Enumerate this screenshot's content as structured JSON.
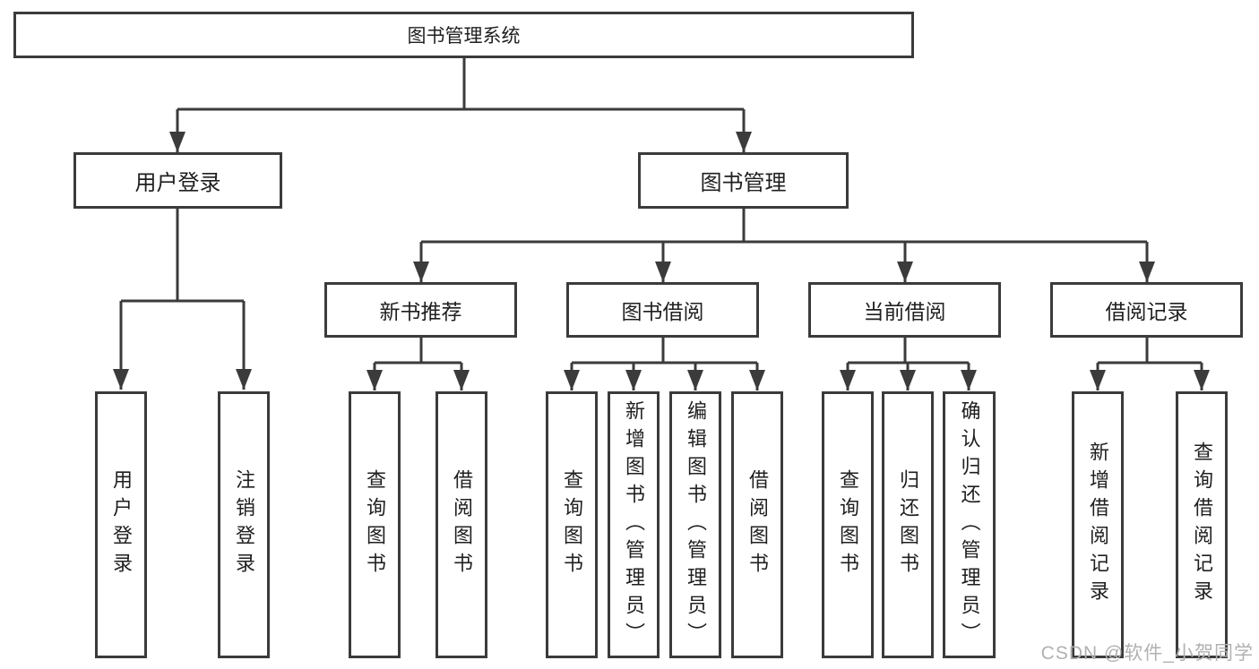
{
  "tree": {
    "label": "图书管理系统",
    "children": [
      {
        "label": "用户登录",
        "children": [
          {
            "label": "用户登录"
          },
          {
            "label": "注销登录"
          }
        ]
      },
      {
        "label": "图书管理",
        "children": [
          {
            "label": "新书推荐",
            "children": [
              {
                "label": "查询图书"
              },
              {
                "label": "借阅图书"
              }
            ]
          },
          {
            "label": "图书借阅",
            "children": [
              {
                "label": "查询图书"
              },
              {
                "label": "新增图书（管理员）"
              },
              {
                "label": "编辑图书（管理员）"
              },
              {
                "label": "借阅图书"
              }
            ]
          },
          {
            "label": "当前借阅",
            "children": [
              {
                "label": "查询图书"
              },
              {
                "label": "归还图书"
              },
              {
                "label": "确认归还（管理员）"
              }
            ]
          },
          {
            "label": "借阅记录",
            "children": [
              {
                "label": "新增借阅记录"
              },
              {
                "label": "查询借阅记录"
              }
            ]
          }
        ]
      }
    ]
  },
  "watermark": {
    "text": "CSDN @软件_小贺同学"
  },
  "colors": {
    "line": "#3b3b3b",
    "text": "#1f1f1f",
    "background": "#ffffff",
    "watermark": "#b1b1b1"
  }
}
